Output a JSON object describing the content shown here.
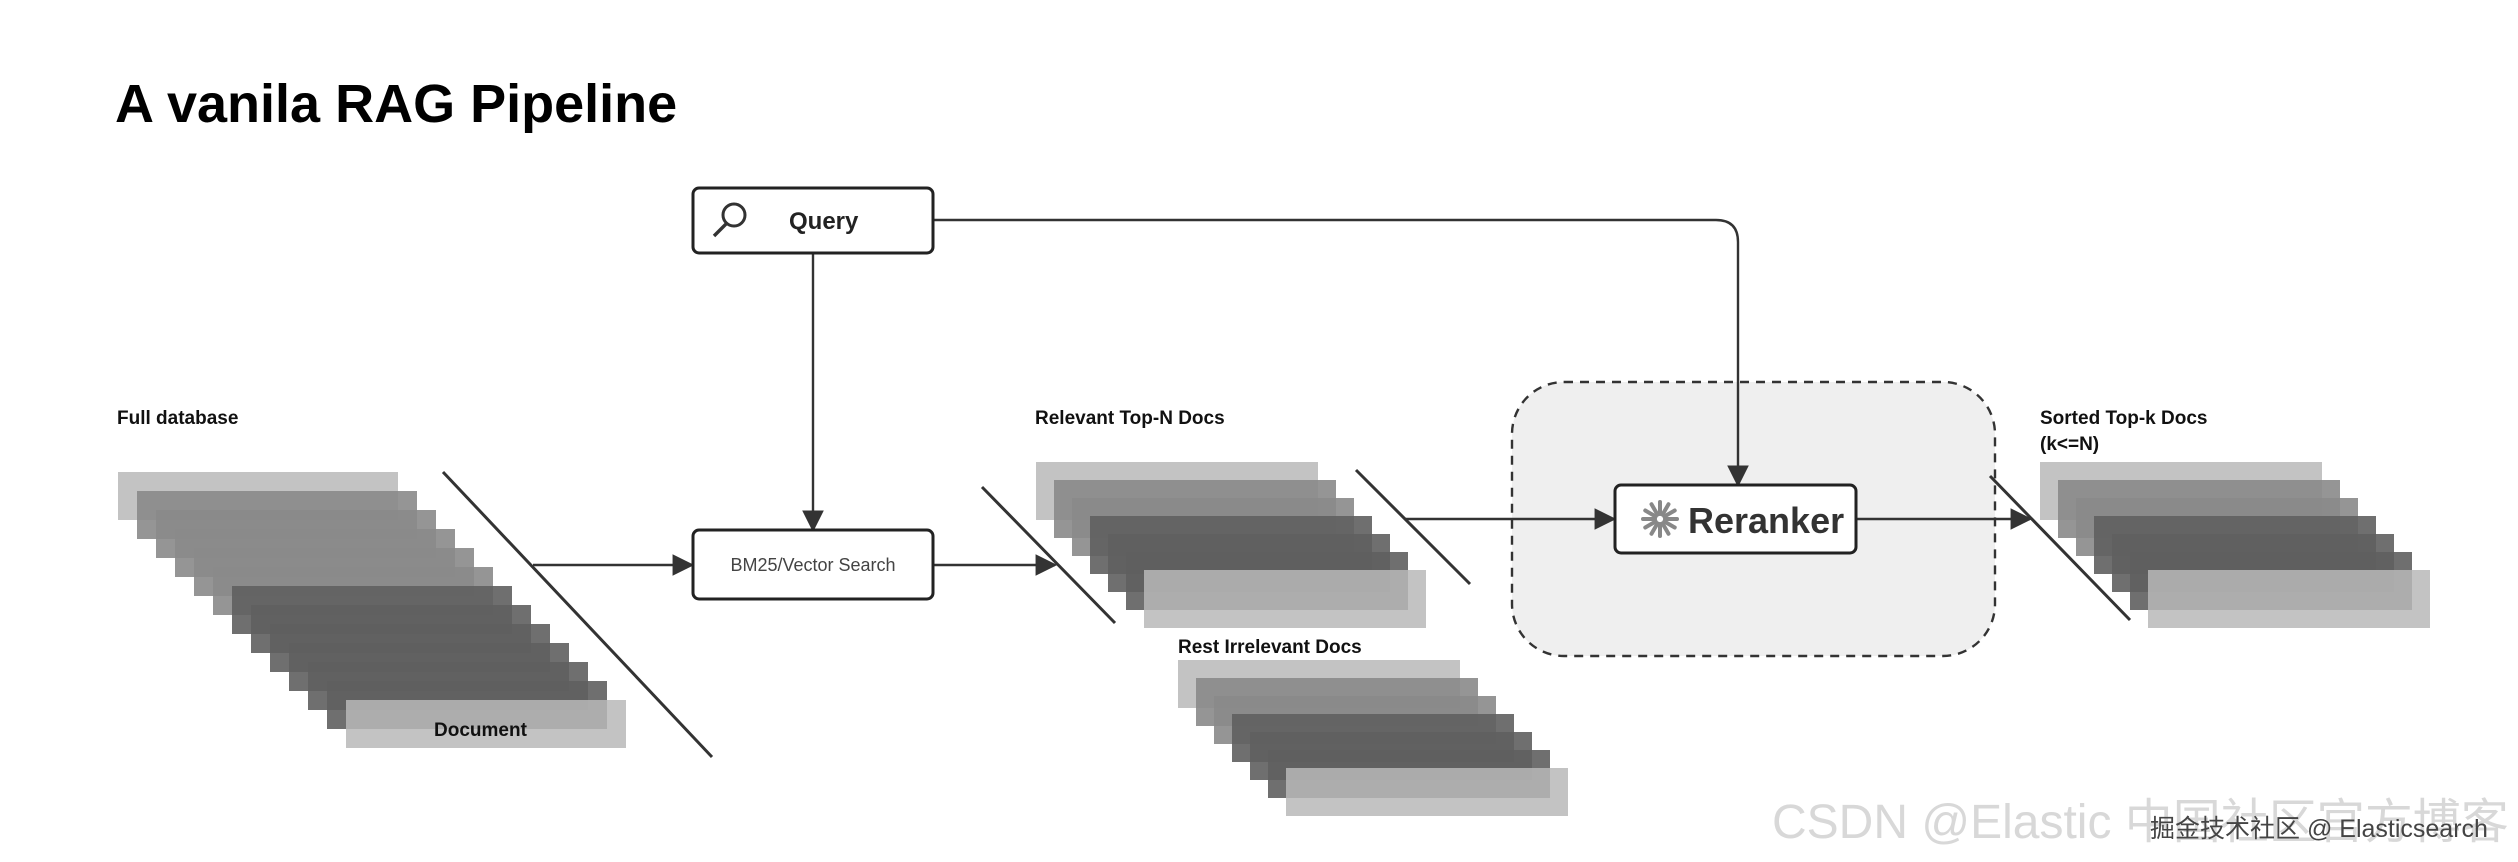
{
  "title": "A vanila RAG Pipeline",
  "nodes": {
    "query": "Query",
    "search": "BM25/Vector Search",
    "reranker": "Reranker"
  },
  "groups": {
    "full_database": "Full database",
    "document": "Document",
    "relevant_docs": "Relevant Top-N Docs",
    "irrelevant_docs": "Rest Irrelevant Docs",
    "sorted_docs_line1": "Sorted Top-k Docs",
    "sorted_docs_line2": "(k<=N)"
  },
  "watermark": {
    "main": "CSDN @Elastic 中国社区官方博客",
    "sub": "掘金技术社区 @ Elasticsearch"
  },
  "colors": {
    "sheet_light": "#b8b8b8",
    "sheet_mid": "#8a8a8a",
    "sheet_dark": "#5f5f5f",
    "reranker_area": "#efefef"
  },
  "icons": {
    "query": "search-icon",
    "reranker": "reranker-logo-icon"
  }
}
